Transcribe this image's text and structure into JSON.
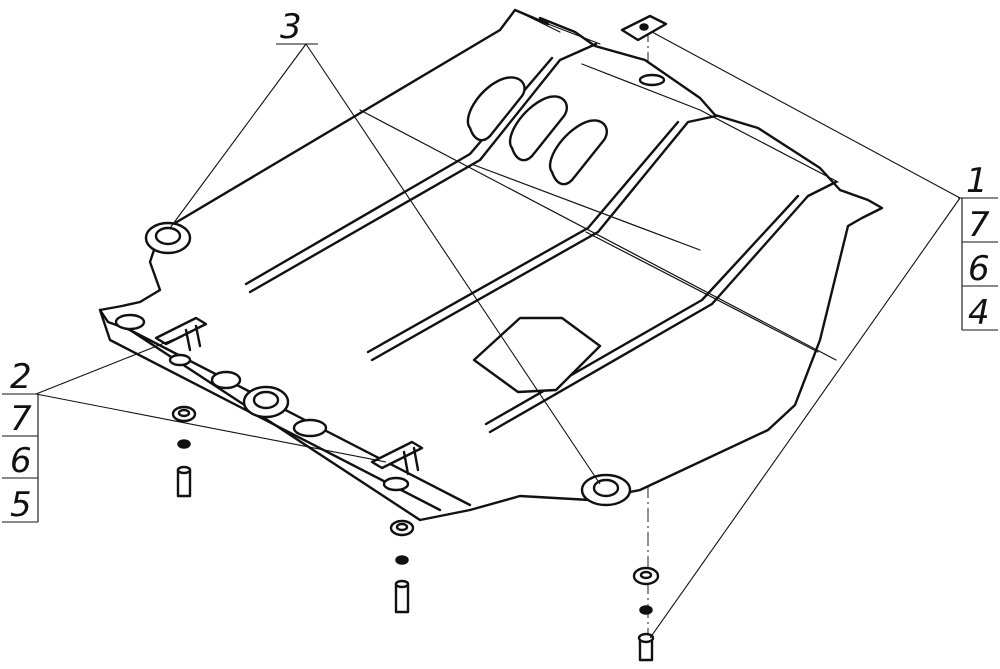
{
  "callouts": {
    "top": {
      "label": "3"
    },
    "left": {
      "label": "2",
      "parts": [
        "7",
        "6",
        "5"
      ]
    },
    "right": {
      "label": "1",
      "parts": [
        "7",
        "6",
        "4"
      ]
    }
  }
}
